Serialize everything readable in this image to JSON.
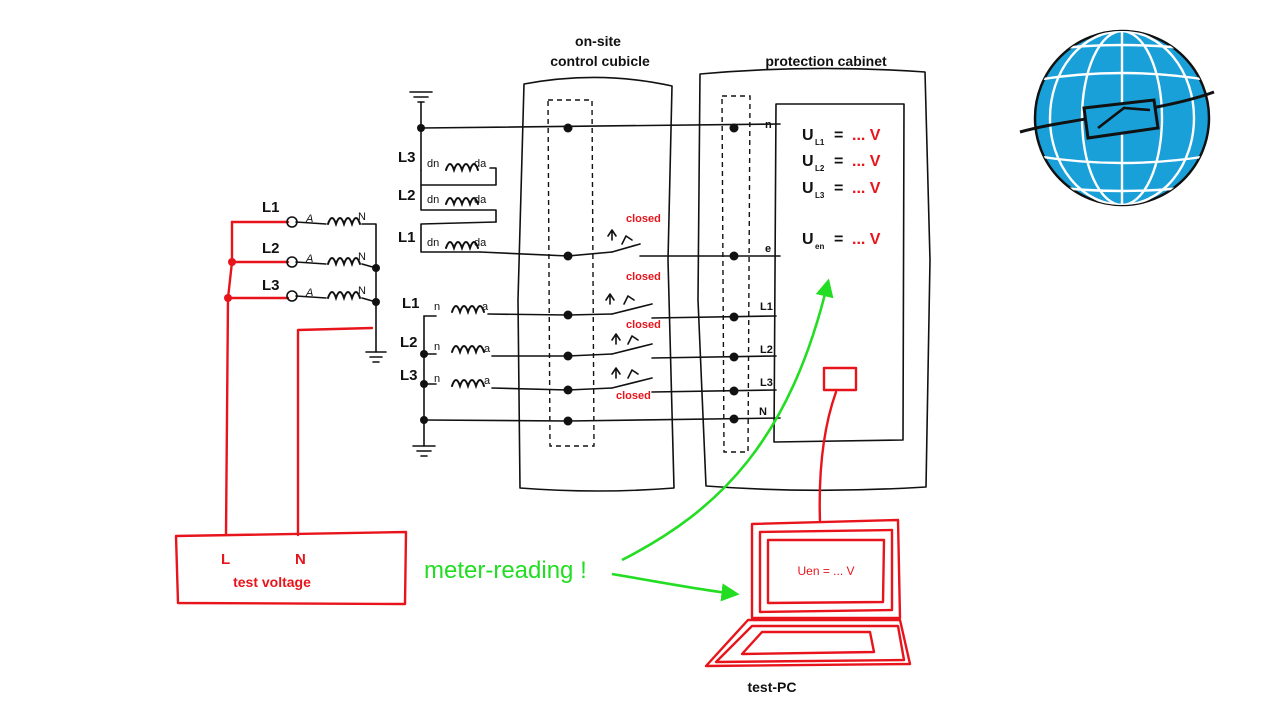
{
  "cabinets": {
    "cubicle_title_line1": "on-site",
    "cubicle_title_line2": "control cubicle",
    "protection_title": "protection cabinet"
  },
  "transformer_primary": {
    "phases": [
      "L1",
      "L2",
      "L3"
    ],
    "start_label": "A",
    "end_label": "N"
  },
  "open_delta_winding": {
    "phases": [
      "L3",
      "L2",
      "L1"
    ],
    "start_label": "dn",
    "end_label": "da"
  },
  "star_winding": {
    "phases": [
      "L1",
      "L2",
      "L3"
    ],
    "start_label": "n",
    "end_label": "a"
  },
  "switches": {
    "state_label": "closed"
  },
  "terminals": {
    "labels": [
      "n",
      "e",
      "L1",
      "L2",
      "L3",
      "N"
    ]
  },
  "readings": {
    "ul1_symbol": "U",
    "ul1_sub": "L1",
    "ul2_symbol": "U",
    "ul2_sub": "L2",
    "ul3_symbol": "U",
    "ul3_sub": "L3",
    "uen_symbol": "U",
    "uen_sub": "en",
    "equals": "=",
    "value_placeholder": "... V"
  },
  "test_source": {
    "terminal_l": "L",
    "terminal_n": "N",
    "label": "test voltage"
  },
  "annotation": {
    "text": "meter-reading !"
  },
  "test_pc": {
    "screen_text": "Uen = ... V",
    "label": "test-PC"
  },
  "colors": {
    "ink": "#111111",
    "test_circuit": "#e8141b",
    "annotation": "#22dd22",
    "globe": "#1aa0d8"
  }
}
